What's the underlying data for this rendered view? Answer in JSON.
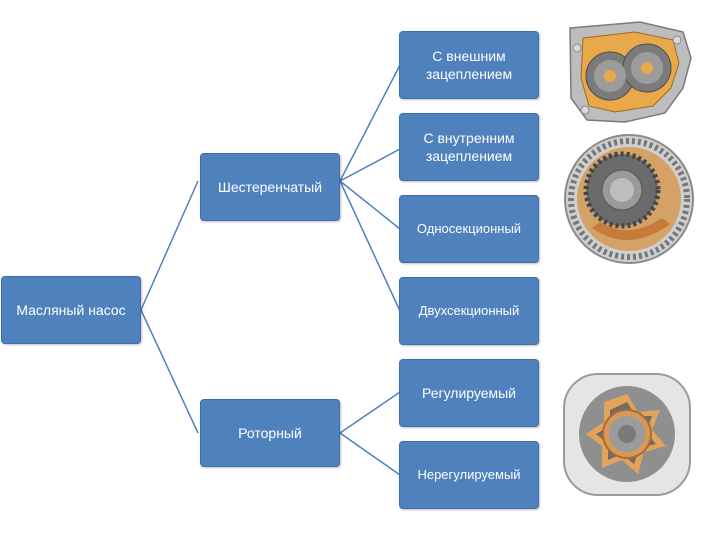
{
  "nodes": {
    "root": "Масляный насос",
    "gear": "Шестеренчатый",
    "rotor": "Роторный",
    "external": "С внешним\nзацеплением",
    "internal": "С внутренним\nзацеплением",
    "single": "Односекционный",
    "dual": "Двухсекционный",
    "adjustable": "Регулируемый",
    "fixed": "Нерегулируемый"
  },
  "colors": {
    "box_fill": "#4f81bd",
    "connector": "#4f81bd",
    "text": "#ffffff"
  },
  "illustrations": [
    "external-gear-pump-icon",
    "internal-gear-pump-icon",
    "rotor-pump-icon"
  ]
}
